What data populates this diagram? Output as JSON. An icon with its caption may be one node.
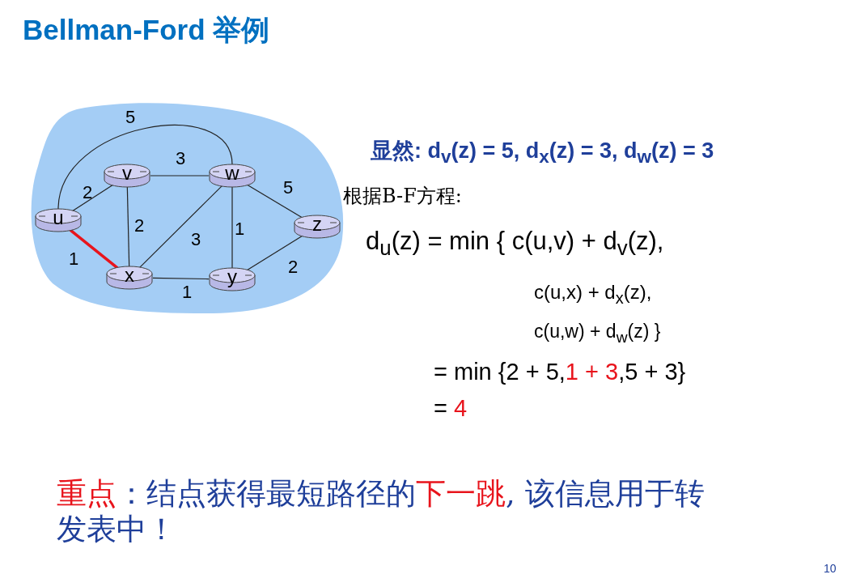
{
  "diagram": {
    "title": "Bellman-Ford 举例",
    "nodes": [
      {
        "text": [],
        "shape": "cloud"
      },
      {
        "text": [
          "u"
        ],
        "in": 0
      },
      {
        "text": [
          "v"
        ],
        "in": 0
      },
      {
        "text": [
          "w"
        ],
        "in": 0
      },
      {
        "text": [
          "z"
        ],
        "in": 0
      },
      {
        "text": [
          "x"
        ],
        "in": 0
      },
      {
        "text": [
          "y"
        ],
        "in": 0
      }
    ],
    "edges": [
      {
        "from": 1,
        "to": 3,
        "arrow": "none",
        "label": "5"
      },
      {
        "from": 1,
        "to": 2,
        "arrow": "none",
        "label": "2"
      },
      {
        "from": 2,
        "to": 3,
        "arrow": "none",
        "label": "3"
      },
      {
        "from": 3,
        "to": 4,
        "arrow": "none",
        "label": "5"
      },
      {
        "from": 1,
        "to": 5,
        "arrow": "none",
        "label": "1",
        "style": "thick",
        "color": "#e8141c"
      },
      {
        "from": 2,
        "to": 5,
        "arrow": "none",
        "label": "2"
      },
      {
        "from": 5,
        "to": 3,
        "arrow": "none",
        "label": "3"
      },
      {
        "from": 3,
        "to": 6,
        "arrow": "none",
        "label": "1"
      },
      {
        "from": 5,
        "to": 6,
        "arrow": "none",
        "label": "1"
      },
      {
        "from": 6,
        "to": 4,
        "arrow": "none",
        "label": "2"
      }
    ],
    "labels": [
      "显然: d$_{v}$(z) = 5, d$_{x}$(z) = 3, d$_{w}$(z) = 3",
      "根据B-F方程:",
      "d$_{u}$(z) = min { c(u,v) + d$_{v}$(z),",
      "c(u,x) + d$_{x}$(z),",
      "c(u,w) + d$_{w}$(z) }",
      "= min {2 + 5,",
      "1 + 3",
      ",5 + 3}",
      "=",
      "4",
      "重点",
      "：结点获得最短路径的",
      "下一跳",
      ", 该信息用于转发表中！",
      "10"
    ]
  }
}
